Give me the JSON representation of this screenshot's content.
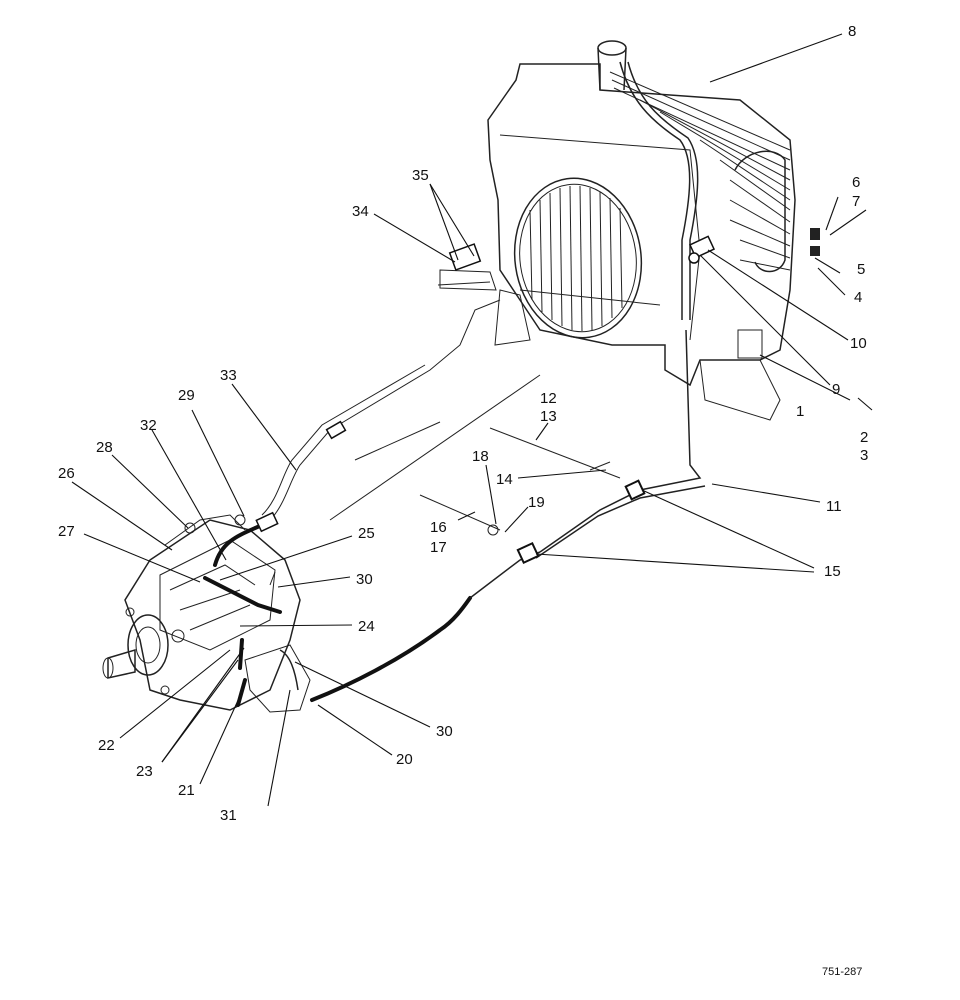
{
  "callouts": [
    "1",
    "2",
    "3",
    "4",
    "5",
    "6",
    "7",
    "8",
    "9",
    "10",
    "11",
    "12",
    "13",
    "14",
    "15",
    "16",
    "17",
    "18",
    "19",
    "20",
    "21",
    "22",
    "23",
    "24",
    "25",
    "26",
    "27",
    "28",
    "29",
    "30",
    "31",
    "32",
    "33",
    "34",
    "35"
  ],
  "figure_id": "751-287"
}
